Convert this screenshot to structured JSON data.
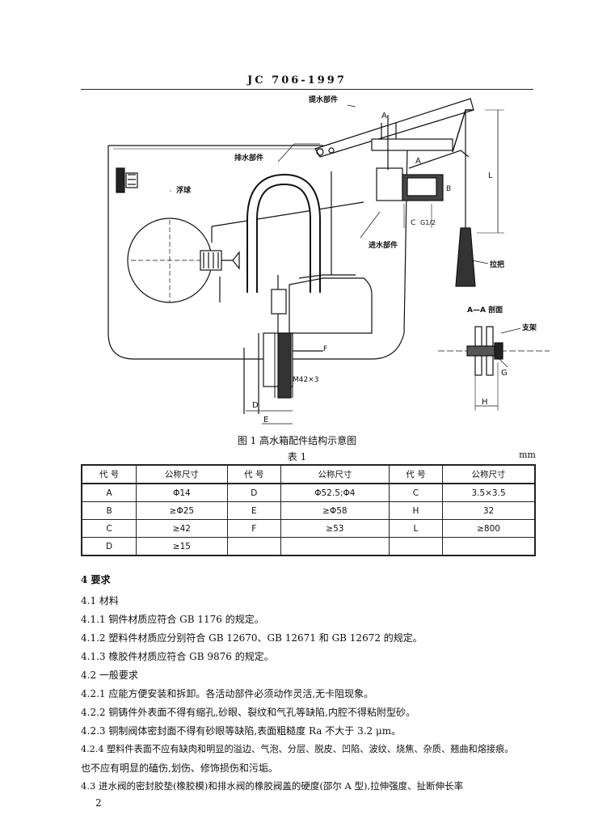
{
  "header": "JC 706-1997",
  "figure": {
    "caption": "图 1  高水箱配件结构示意图",
    "labels": {
      "lift": "提水部件",
      "drain": "排水部件",
      "float": "浮球",
      "inlet": "进水部件",
      "pull": "拉把",
      "section": "A—A 剖面",
      "support": "支架",
      "thread": "M42×3",
      "A": "A",
      "A2": "A",
      "B": "B",
      "C": "C",
      "C2": "C",
      "D": "D",
      "E": "E",
      "F": "F",
      "G": "G",
      "G2": "G1/2",
      "H": "H",
      "L": "L"
    }
  },
  "table": {
    "caption": "表 1",
    "unit": "mm",
    "headers": [
      "代  号",
      "公称尺寸",
      "代  号",
      "公称尺寸",
      "代  号",
      "公称尺寸"
    ],
    "rows": [
      [
        "A",
        "Φ14",
        "D",
        "Φ52.5;Φ4",
        "C",
        "3.5×3.5"
      ],
      [
        "B",
        "≥Φ25",
        "E",
        "≥Φ58",
        "H",
        "32"
      ],
      [
        "C",
        "≥42",
        "F",
        "≥53",
        "L",
        "≥800"
      ],
      [
        "D",
        "≥15",
        "",
        "",
        "",
        ""
      ]
    ]
  },
  "text": {
    "s4": "4  要求",
    "s41": "4.1  材料",
    "s411": "4.1.1  铜件材质应符合 GB 1176 的规定。",
    "s412": "4.1.2  塑料件材质应分别符合 GB 12670、GB 12671 和 GB 12672 的规定。",
    "s413": "4.1.3  橡胶件材质应符合 GB 9876 的规定。",
    "s42": "4.2  一般要求",
    "s421": "4.2.1  应能方便安装和拆卸。各活动部件必须动作灵活,无卡阻现象。",
    "s422": "4.2.2  铜铸件外表面不得有缩孔,砂眼、裂纹和气孔等缺陷,内腔不得粘附型砂。",
    "s423": "4.2.3  铜制阀体密封面不得有砂眼等缺陷,表面粗糙度 Ra 不大于 3.2 μm。",
    "s424a": "4.2.4  塑料件表面不应有缺肉和明显的溢边、气泡、分层、脱皮、凹陷、波纹、烧焦、杂质、翘曲和熔接痕。",
    "s424b": "也不应有明显的磕伤,划伤、修饰损伤和污垢。",
    "s43": "4.3  进水阀的密封胶垫(橡胶模)和排水阀的橡胶阀盖的硬度(邵尔 A 型),拉伸强度、扯断伸长率"
  },
  "page_number": "2"
}
